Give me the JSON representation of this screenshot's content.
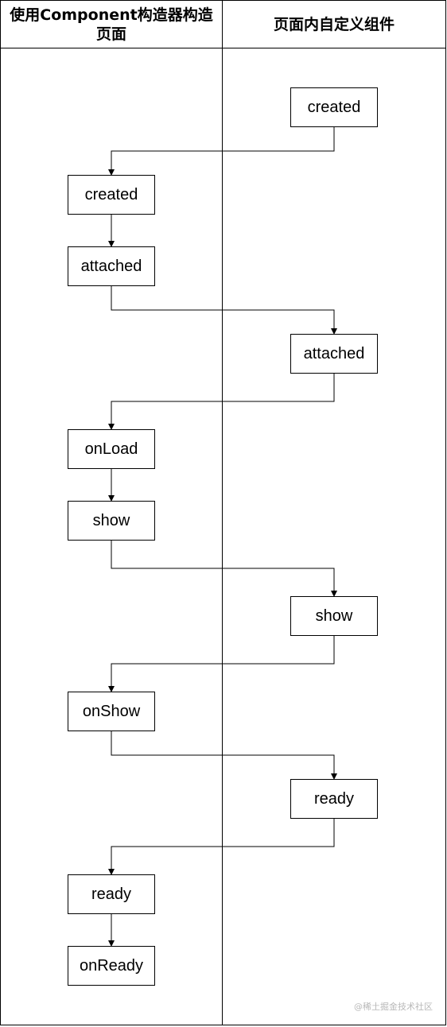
{
  "lanes": {
    "left_header": "使用Component构造器构造页面",
    "right_header": "页面内自定义组件"
  },
  "nodes": {
    "r_created": "created",
    "l_created": "created",
    "l_attached": "attached",
    "r_attached": "attached",
    "l_onload": "onLoad",
    "l_show": "show",
    "r_show": "show",
    "l_onshow": "onShow",
    "r_ready": "ready",
    "l_ready": "ready",
    "l_onready": "onReady"
  },
  "watermark": "@稀土掘金技术社区"
}
